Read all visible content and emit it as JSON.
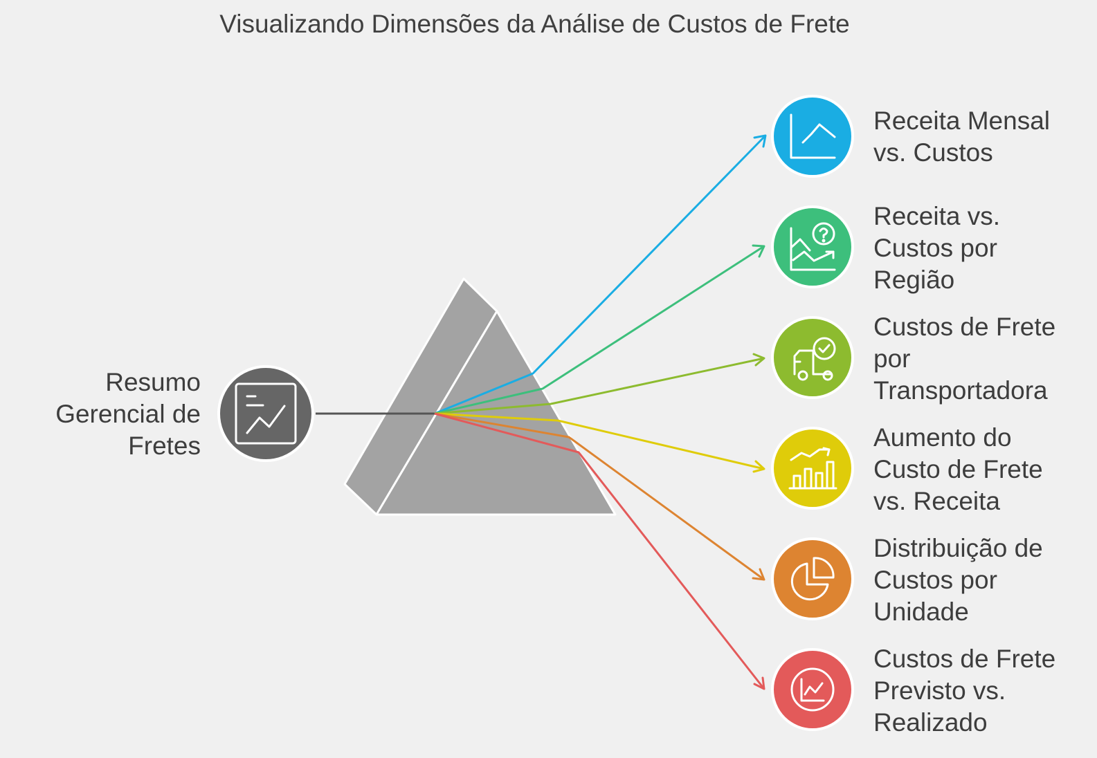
{
  "title": "Visualizando Dimensões da Análise de Custos de Frete",
  "source": {
    "label_lines": [
      "Resumo",
      "Gerencial de",
      "Fretes"
    ],
    "icon": "chart-document-icon",
    "color": "#666666"
  },
  "outputs": [
    {
      "label_lines": [
        "Receita Mensal",
        "vs. Custos"
      ],
      "icon": "line-chart-icon",
      "color": "#1aade3"
    },
    {
      "label_lines": [
        "Receita vs.",
        "Custos por",
        "Região"
      ],
      "icon": "question-trend-icon",
      "color": "#3dbf7c"
    },
    {
      "label_lines": [
        "Custos de Frete",
        "por",
        "Transportadora"
      ],
      "icon": "truck-check-icon",
      "color": "#8dbb2f"
    },
    {
      "label_lines": [
        "Aumento do",
        "Custo de Frete",
        "vs. Receita"
      ],
      "icon": "bar-trend-icon",
      "color": "#dfcc0a"
    },
    {
      "label_lines": [
        "Distribuição de",
        "Custos por",
        "Unidade"
      ],
      "icon": "pie-chart-icon",
      "color": "#dd8431"
    },
    {
      "label_lines": [
        "Custos de Frete",
        "Previsto vs.",
        "Realizado"
      ],
      "icon": "chart-circle-icon",
      "color": "#e35a5a"
    }
  ]
}
